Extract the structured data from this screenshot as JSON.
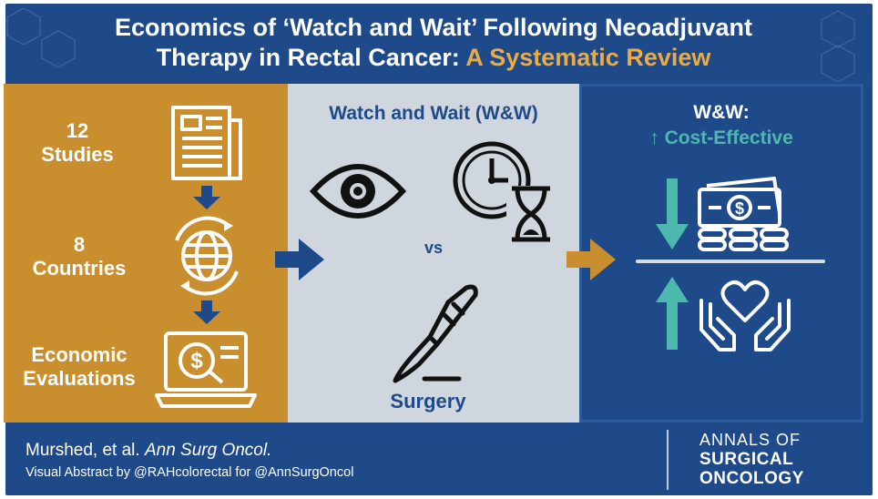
{
  "title": {
    "line1": "Economics of ‘Watch and Wait’ Following Neoadjuvant",
    "line2_prefix": "Therapy in Rectal Cancer: ",
    "line2_accent": "A Systematic Review"
  },
  "left": {
    "studies_count": "12",
    "studies_label": "Studies",
    "countries_count": "8",
    "countries_label": "Countries",
    "eval_line1": "Economic",
    "eval_line2": "Evaluations"
  },
  "middle": {
    "heading": "Watch and Wait (W&W)",
    "vs": "vs",
    "surgery": "Surgery"
  },
  "right": {
    "heading": "W&W:",
    "result": "↑ Cost-Effective"
  },
  "footer": {
    "cite_authors": "Murshed, et al. ",
    "cite_journal": "Ann Surg Oncol.",
    "credit": "Visual Abstract by @RAHcolorectal for @AnnSurgOncol",
    "journal_line1": "ANNALS OF",
    "journal_line2": "SURGICAL",
    "journal_line3": "ONCOLOGY"
  },
  "colors": {
    "navy": "#1f4a8a",
    "gold": "#c98e2e",
    "light_gray": "#cfd6dd",
    "teal": "#4db8ad",
    "accent": "#e9ac45"
  }
}
